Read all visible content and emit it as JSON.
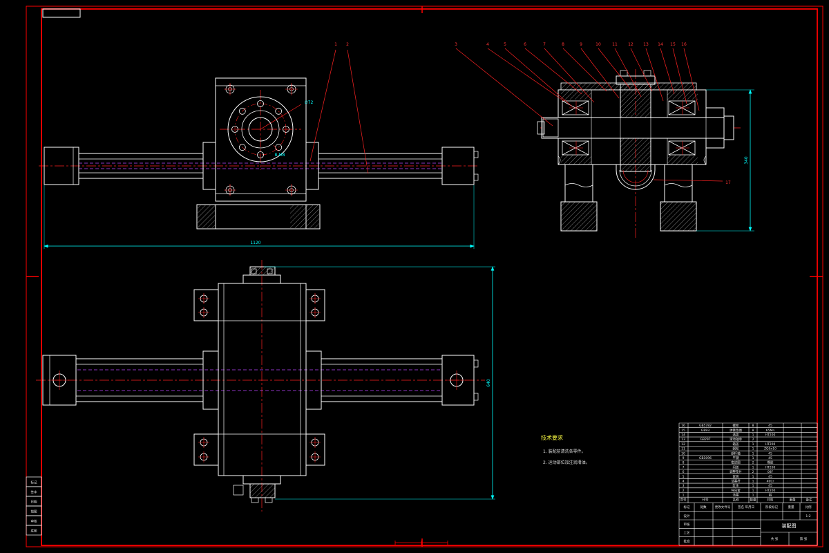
{
  "sheet": {
    "background": "#000000",
    "frame_color": "#ff0000",
    "geometry_color": "#ffffff",
    "dimension_color": "#00ffff",
    "centerline_color": "#ff0000",
    "hidden_line_color": "#bb44ff",
    "note_color": "#ffff44"
  },
  "callouts": {
    "front": [
      "1",
      "2"
    ],
    "section": [
      "3",
      "4",
      "5",
      "6",
      "7",
      "8",
      "9",
      "10",
      "11",
      "12",
      "13",
      "14",
      "15",
      "16"
    ],
    "side": "17"
  },
  "labels": {
    "flange_dia": "∅72",
    "bolt_holes": "8-M8"
  },
  "dims": {
    "front_width": "1120",
    "section_height": "340",
    "plan_height": "640"
  },
  "notes": {
    "title": "技术要求",
    "lines": [
      "1. 装配前清洗各零件。",
      "2. 运动部位加注润滑油。"
    ]
  },
  "left_strip": [
    "标记",
    "签字",
    "日期",
    "描图",
    "审核",
    "底图"
  ],
  "parts_list": {
    "headers": [
      "序号",
      "代号",
      "名称",
      "数量",
      "材料",
      "重量",
      "备注"
    ],
    "rows": [
      {
        "no": "16",
        "code": "GB5782",
        "name": "螺栓",
        "qty": "8",
        "mat": "45"
      },
      {
        "no": "15",
        "code": "GB93",
        "name": "弹簧垫圈",
        "qty": "8",
        "mat": "65Mn"
      },
      {
        "no": "14",
        "code": "",
        "name": "透盖",
        "qty": "1",
        "mat": "HT200"
      },
      {
        "no": "13",
        "code": "GB297",
        "name": "滚动轴承",
        "qty": "2",
        "mat": ""
      },
      {
        "no": "12",
        "code": "",
        "name": "箱盖",
        "qty": "1",
        "mat": "HT200"
      },
      {
        "no": "11",
        "code": "",
        "name": "蜗轮",
        "qty": "1",
        "mat": "ZQSn10"
      },
      {
        "no": "10",
        "code": "",
        "name": "蜗杆轴",
        "qty": "1",
        "mat": "45"
      },
      {
        "no": "9",
        "code": "GB1096",
        "name": "平键",
        "qty": "1",
        "mat": "45"
      },
      {
        "no": "8",
        "code": "",
        "name": "密封圈",
        "qty": "2",
        "mat": "橡胶"
      },
      {
        "no": "7",
        "code": "",
        "name": "闷盖",
        "qty": "1",
        "mat": "HT200"
      },
      {
        "no": "6",
        "code": "",
        "name": "调整垫片",
        "qty": "2",
        "mat": "08F"
      },
      {
        "no": "5",
        "code": "",
        "name": "套筒",
        "qty": "1",
        "mat": "45"
      },
      {
        "no": "4",
        "code": "",
        "name": "活塞杆",
        "qty": "1",
        "mat": "40Cr"
      },
      {
        "no": "3",
        "code": "",
        "name": "缸体",
        "qty": "1",
        "mat": "45"
      },
      {
        "no": "2",
        "code": "",
        "name": "导向套",
        "qty": "1",
        "mat": "HT200"
      },
      {
        "no": "1",
        "code": "",
        "name": "活塞",
        "qty": "1",
        "mat": "铝"
      }
    ]
  },
  "title_block": {
    "row1": [
      "标记",
      "处数",
      "更改文件号",
      "签名 年月日"
    ],
    "left_labels": [
      "设计",
      "审核",
      "工艺",
      "批准"
    ],
    "stage_label": "阶段标记",
    "weight_label": "重量",
    "scale_label": "比例",
    "scale_value": "1:2",
    "drawing_name": "装配图",
    "sheets_total": "共 张",
    "sheet_no": "第 张"
  }
}
